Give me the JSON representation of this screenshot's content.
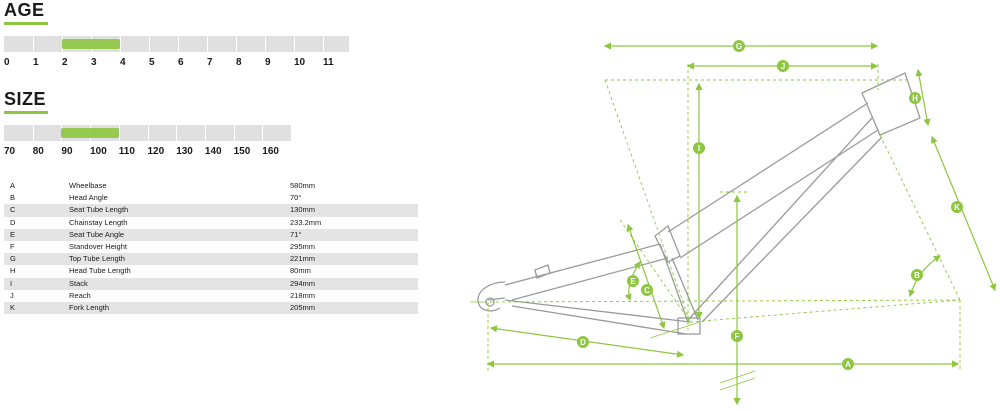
{
  "age": {
    "title": "AGE",
    "ticks": [
      "0",
      "1",
      "2",
      "3",
      "4",
      "5",
      "6",
      "7",
      "8",
      "9",
      "10",
      "11"
    ],
    "range": [
      2,
      4
    ]
  },
  "size": {
    "title": "SIZE",
    "ticks": [
      "70",
      "80",
      "90",
      "100",
      "110",
      "120",
      "130",
      "140",
      "150",
      "160"
    ],
    "range": [
      90,
      110
    ]
  },
  "specs": [
    {
      "letter": "A",
      "name": "Wheelbase",
      "value": "580mm"
    },
    {
      "letter": "B",
      "name": "Head Angle",
      "value": "70°"
    },
    {
      "letter": "C",
      "name": "Seat Tube Length",
      "value": "130mm"
    },
    {
      "letter": "D",
      "name": "Chainstay Length",
      "value": "233.2mm"
    },
    {
      "letter": "E",
      "name": "Seat Tube Angle",
      "value": "71°"
    },
    {
      "letter": "F",
      "name": "Standover Height",
      "value": "295mm"
    },
    {
      "letter": "G",
      "name": "Top Tube Length",
      "value": "221mm"
    },
    {
      "letter": "H",
      "name": "Head Tube Length",
      "value": "80mm"
    },
    {
      "letter": "I",
      "name": "Stack",
      "value": "294mm"
    },
    {
      "letter": "J",
      "name": "Reach",
      "value": "218mm"
    },
    {
      "letter": "K",
      "name": "Fork Length",
      "value": "205mm"
    }
  ],
  "diagram_labels": [
    "A",
    "B",
    "C",
    "D",
    "E",
    "F",
    "G",
    "H",
    "I",
    "J",
    "K"
  ],
  "colors": {
    "accent": "#8dc63f",
    "frame": "#9a9a9a",
    "bar": "#e0e0e0"
  }
}
